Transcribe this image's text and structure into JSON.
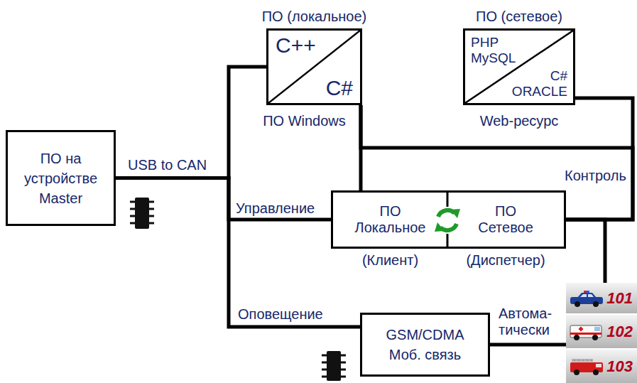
{
  "diagram": {
    "nodes": [
      {
        "text": [
          "ПО (локальное)",
          "C++",
          "C#",
          "ПО Windows"
        ]
      },
      {
        "text": [
          "ПО (сетевое)",
          "PHP MySQL",
          "C# ORACLE",
          "Web-ресурс"
        ]
      },
      {
        "text": [
          "ПО на устройстве Master"
        ]
      },
      {
        "text": [
          "ПО Локальное",
          "(Клиент)"
        ]
      },
      {
        "text": [
          "ПО Сетевое",
          "(Диспетчер)"
        ]
      },
      {
        "text": [
          "GSM/CDMA Моб. связь"
        ]
      },
      {
        "text": [
          "101"
        ]
      },
      {
        "text": [
          "102"
        ]
      },
      {
        "text": [
          "103"
        ]
      }
    ],
    "edges": [
      {
        "from": 2,
        "to": 0,
        "arrow": "none",
        "label": "USB to CAN"
      },
      {
        "from": 2,
        "to": 3,
        "arrow": "none",
        "label": "Управление"
      },
      {
        "from": 2,
        "to": 5,
        "arrow": "none",
        "label": "Оповещение"
      },
      {
        "from": 0,
        "to": 3,
        "arrow": "none"
      },
      {
        "from": 0,
        "to": 4,
        "arrow": "none"
      },
      {
        "from": 1,
        "to": 4,
        "arrow": "none",
        "label": "Контроль"
      },
      {
        "from": 4,
        "to": 6,
        "arrow": "none"
      },
      {
        "from": 5,
        "to": 7,
        "arrow": "none",
        "label": "Автома-тически"
      }
    ]
  }
}
